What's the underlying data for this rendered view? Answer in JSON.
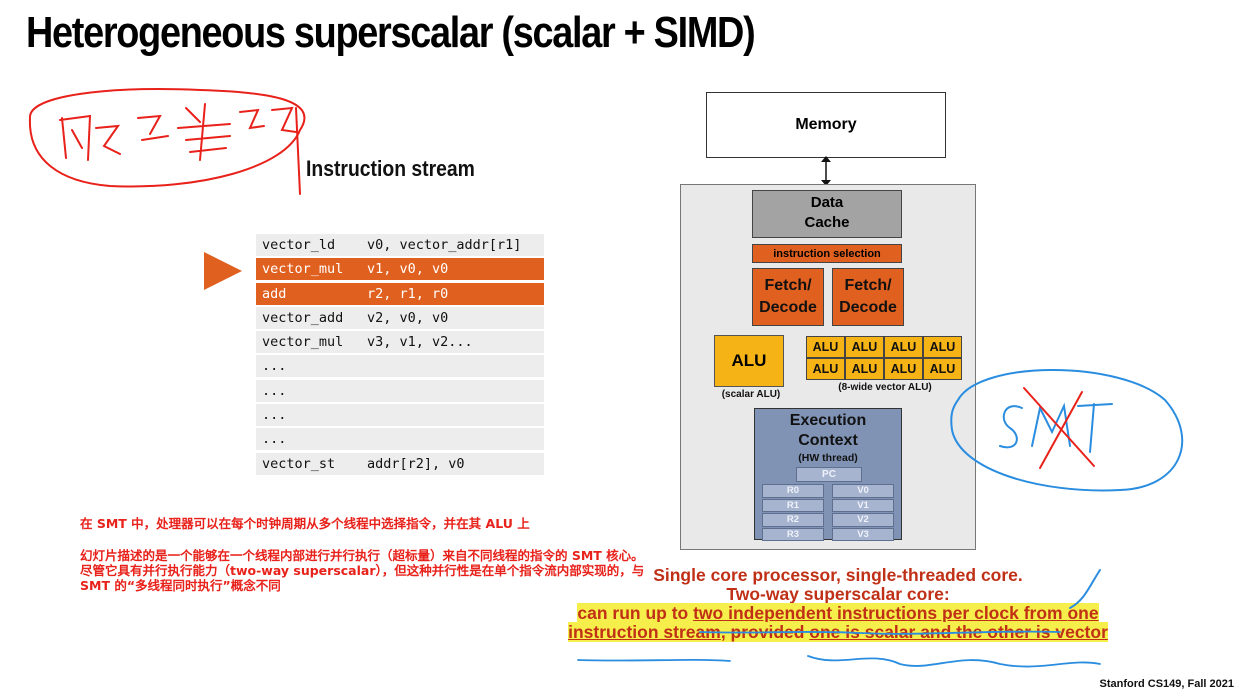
{
  "slide": {
    "title": "Heterogeneous superscalar (scalar + SIMD)",
    "instruction_stream_label": "Instruction stream",
    "footer": "Stanford CS149, Fall 2021"
  },
  "code": [
    {
      "op": "vector_ld",
      "args": "v0, vector_addr[r1]",
      "highlight": false
    },
    {
      "op": "vector_mul",
      "args": "v1, v0, v0",
      "highlight": true
    },
    {
      "op": "add",
      "args": "r2, r1, r0",
      "highlight": true
    },
    {
      "op": "vector_add",
      "args": "v2, v0, v0",
      "highlight": false
    },
    {
      "op": "vector_mul",
      "args": "v3, v1, v2...",
      "highlight": false
    },
    {
      "op": "...",
      "args": "",
      "highlight": false
    },
    {
      "op": "...",
      "args": "",
      "highlight": false
    },
    {
      "op": "...",
      "args": "",
      "highlight": false
    },
    {
      "op": "...",
      "args": "",
      "highlight": false
    },
    {
      "op": "vector_st",
      "args": "addr[r2], v0",
      "highlight": false
    }
  ],
  "diagram": {
    "memory": "Memory",
    "data_cache_line1": "Data",
    "data_cache_line2": "Cache",
    "instruction_selection": "instruction selection",
    "fetch_decode_1_line1": "Fetch/",
    "fetch_decode_1_line2": "Decode",
    "fetch_decode_2_line1": "Fetch/",
    "fetch_decode_2_line2": "Decode",
    "scalar_alu": "ALU",
    "scalar_alu_caption": "(scalar ALU)",
    "vector_alus": [
      "ALU",
      "ALU",
      "ALU",
      "ALU",
      "ALU",
      "ALU",
      "ALU",
      "ALU"
    ],
    "vector_alu_caption": "(8-wide vector ALU)",
    "exec_ctx_line1": "Execution",
    "exec_ctx_line2": "Context",
    "exec_ctx_sub": "(HW thread)",
    "pc": "PC",
    "regs_left": [
      "R0",
      "R1",
      "R2",
      "R3"
    ],
    "regs_right": [
      "V0",
      "V1",
      "V2",
      "V3"
    ]
  },
  "description": {
    "line1": "Single core processor, single-threaded core.",
    "line2": "Two-way superscalar core:",
    "line3_a": "can run up to ",
    "line3_b": "two independent instructions per clock from ",
    "line3_c": "one",
    "line4_a": "instruction stream",
    "line4_b": ", provided ",
    "line4_c": "one is scalar and the other is vector"
  },
  "notes_cn": {
    "line1": "在 SMT 中，处理器可以在每个时钟周期从多个线程中选择指令，并在其 ALU 上",
    "line2": "幻灯片描述的是一个能够在一个线程内部进行并行执行（超标量）来自不同线程的指令的 SMT 核心。尽管它具有并行执行能力（two-way superscalar），但这种并行性是在单个指令流内部实现的，与 SMT 的“多线程同时执行”概念不同"
  },
  "colors": {
    "accent_orange": "#e0601f",
    "alu_yellow": "#f5b316",
    "exec_blue": "#8093b5",
    "note_red": "#e8211a",
    "ink_blue": "#2a8de0",
    "highlight_yellow": "#f6ee4a"
  }
}
